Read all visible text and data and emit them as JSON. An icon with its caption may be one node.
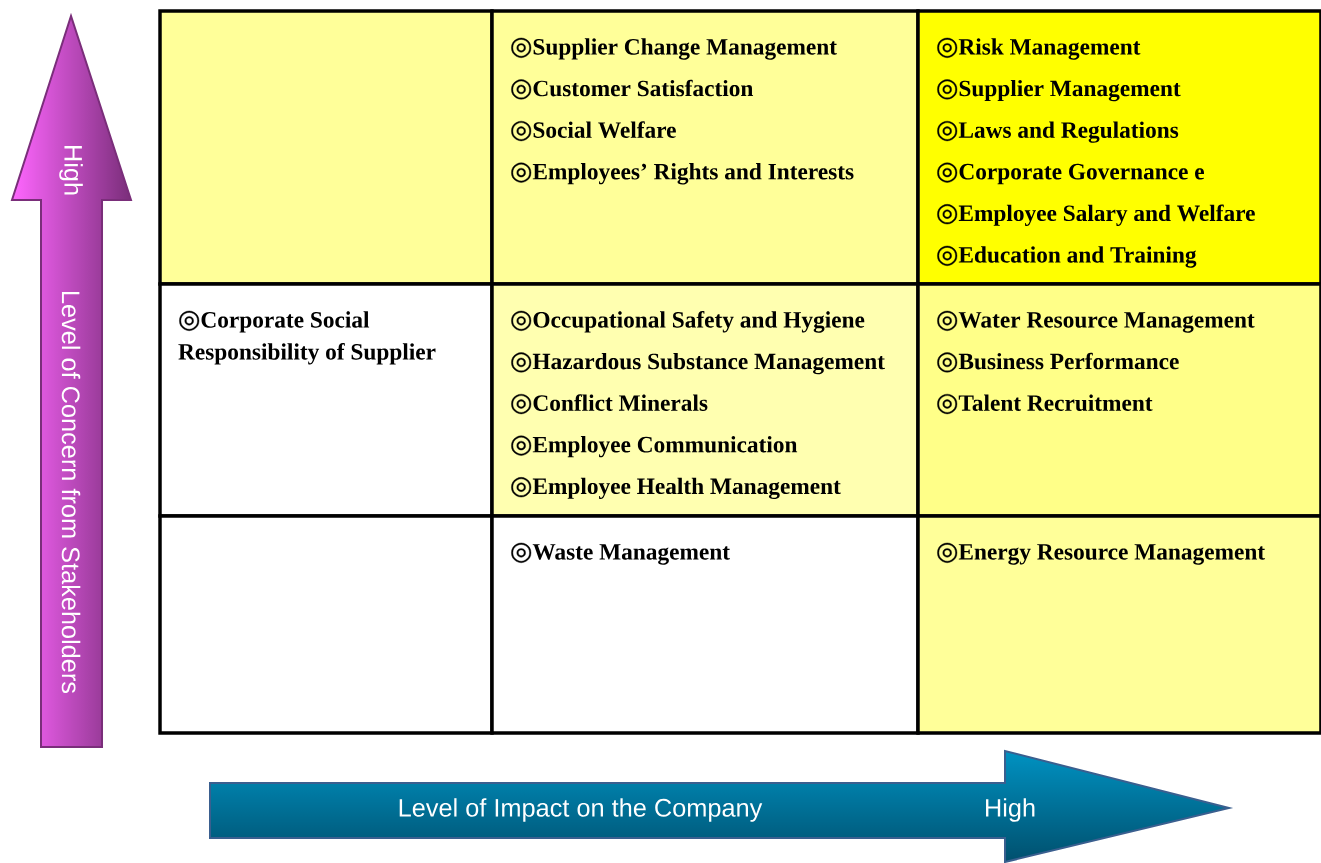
{
  "diagram": {
    "nodes": [
      {
        "text": [],
        "shape": "box"
      },
      {
        "text": [
          "◎Supplier Change Management",
          "◎Customer Satisfaction",
          "◎Social Welfare",
          "◎Employees’ Rights and Interests"
        ]
      },
      {
        "text": [
          "◎Risk Management",
          "◎Supplier Management",
          "◎Laws and Regulations",
          "◎Corporate Governance e",
          "◎Employee Salary and Welfare",
          "◎Education and Training"
        ]
      },
      {
        "text": [
          "◎Corporate Social Responsibility of Supplier"
        ]
      },
      {
        "text": [
          "◎Occupational Safety and Hygiene",
          "◎Hazardous Substance Management",
          "◎Conflict Minerals",
          "◎Employee Communication",
          "◎Employee Health Management"
        ]
      },
      {
        "text": [
          "◎Water Resource Management",
          "◎Business Performance",
          "◎Talent Recruitment"
        ]
      },
      {
        "text": [],
        "shape": "box"
      },
      {
        "text": [
          "◎Waste Management"
        ]
      },
      {
        "text": [
          "◎Energy Resource Management"
        ]
      }
    ],
    "labels": [
      "High",
      "Level of Concern from Stakeholders",
      "Level of Impact on the Company",
      "High"
    ]
  }
}
